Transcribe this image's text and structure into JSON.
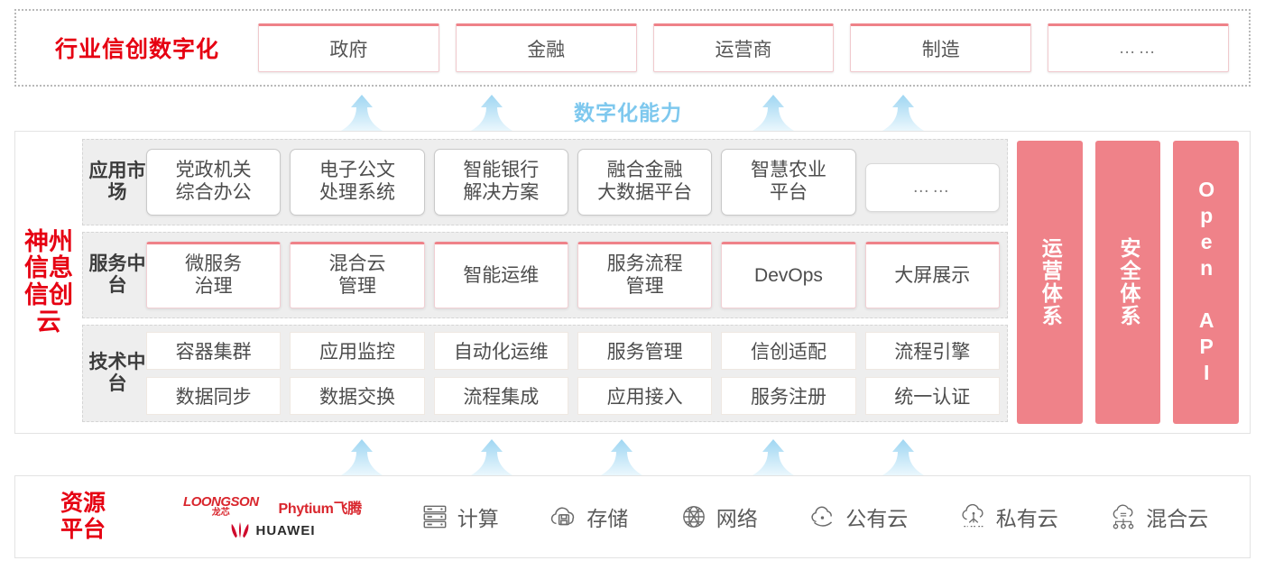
{
  "colors": {
    "brand_red": "#e60012",
    "pillar_pink": "#ef8289",
    "arrow_blue": "#a9dcf5",
    "capability_text": "#7ec8ee",
    "row_band_gray": "#eeeeee"
  },
  "industry": {
    "title": "行业信创数字化",
    "cards": [
      {
        "label": "政府"
      },
      {
        "label": "金融"
      },
      {
        "label": "运营商"
      },
      {
        "label": "制造"
      },
      {
        "label": "……"
      }
    ]
  },
  "capability_gap": {
    "label": "数字化能力",
    "arrow_icon": "up-arrow-icon",
    "arrow_count": 4
  },
  "cloud": {
    "vertical_title": "神州信息信创云",
    "rows": [
      {
        "label": "应用市场",
        "cards": [
          {
            "line1": "党政机关",
            "line2": "综合办公"
          },
          {
            "line1": "电子公文",
            "line2": "处理系统"
          },
          {
            "line1": "智能银行",
            "line2": "解决方案"
          },
          {
            "line1": "融合金融",
            "line2": "大数据平台"
          },
          {
            "line1": "智慧农业",
            "line2": "平台"
          },
          {
            "line1": "……",
            "line2": ""
          }
        ]
      },
      {
        "label": "服务中台",
        "cards": [
          {
            "line1": "微服务",
            "line2": "治理"
          },
          {
            "line1": "混合云",
            "line2": "管理"
          },
          {
            "line1": "智能运维",
            "line2": ""
          },
          {
            "line1": "服务流程",
            "line2": "管理"
          },
          {
            "line1": "DevOps",
            "line2": ""
          },
          {
            "line1": "大屏展示",
            "line2": ""
          }
        ]
      },
      {
        "label": "技术中台",
        "grid": [
          [
            "容器集群",
            "应用监控",
            "自动化运维",
            "服务管理",
            "信创适配",
            "流程引擎"
          ],
          [
            "数据同步",
            "数据交换",
            "流程集成",
            "应用接入",
            "服务注册",
            "统一认证"
          ]
        ]
      }
    ],
    "pillars": [
      {
        "text": "运营体系",
        "type": "cjk"
      },
      {
        "text": "安全体系",
        "type": "cjk"
      },
      {
        "text": "Open API",
        "type": "latin"
      }
    ]
  },
  "resource_gap": {
    "arrow_icon": "up-arrow-icon",
    "arrow_count": 5
  },
  "resource": {
    "title_line1": "资源",
    "title_line2": "平台",
    "vendors": [
      {
        "name_en": "LOONGSON",
        "name_cn": "龙芯"
      },
      {
        "name": "Phytium飞腾"
      },
      {
        "name": "HUAWEI"
      }
    ],
    "items": [
      {
        "label": "计算",
        "icon": "server-rack-icon"
      },
      {
        "label": "存储",
        "icon": "cloud-storage-icon"
      },
      {
        "label": "网络",
        "icon": "network-globe-icon"
      },
      {
        "label": "公有云",
        "icon": "public-cloud-icon"
      },
      {
        "label": "私有云",
        "icon": "private-cloud-icon"
      },
      {
        "label": "混合云",
        "icon": "hybrid-cloud-icon"
      }
    ]
  }
}
